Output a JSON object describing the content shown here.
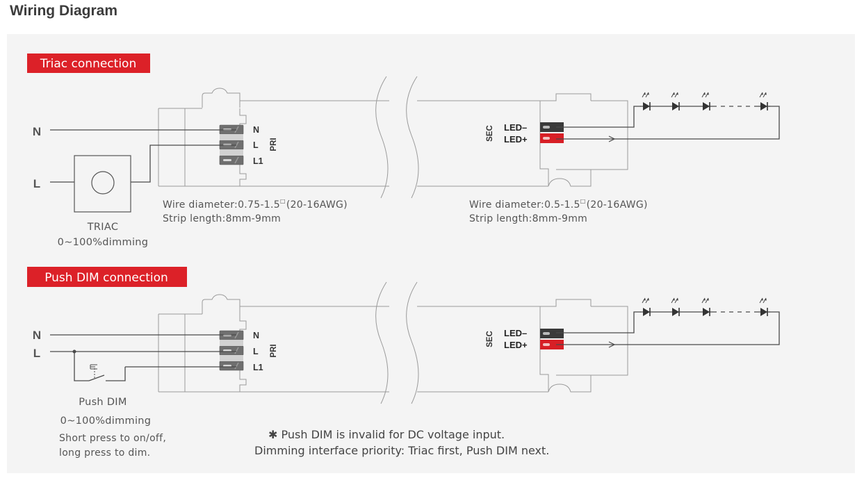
{
  "title": "Wiring Diagram",
  "diagrams": [
    {
      "badge": "Triac connection",
      "input_labels": [
        "N",
        "L"
      ],
      "device_label": "TRIAC",
      "device_sub": "0~100%dimming",
      "pri_terminals": [
        "N",
        "L",
        "L1"
      ],
      "pri_label": "PRI",
      "sec_label": "SEC",
      "sec_terminals": [
        "LED–",
        "LED+"
      ],
      "pri_wire_line1_pre": "Wire diameter:0.75-1.5",
      "pri_wire_line1_sup": "□",
      "pri_wire_line1_post": "(20-16AWG)",
      "pri_wire_line2": "Strip length:8mm-9mm",
      "sec_wire_line1_pre": "Wire diameter:0.5-1.5",
      "sec_wire_line1_sup": "□",
      "sec_wire_line1_post": "(20-16AWG)",
      "sec_wire_line2": "Strip length:8mm-9mm"
    },
    {
      "badge": "Push DIM connection",
      "input_labels": [
        "N",
        "L"
      ],
      "device_label": "Push DIM",
      "device_sub": "0~100%dimming",
      "device_note_1": "Short press to on/off,",
      "device_note_2": "long press to dim.",
      "pri_terminals": [
        "N",
        "L",
        "L1"
      ],
      "pri_label": "PRI",
      "sec_label": "SEC",
      "sec_terminals": [
        "LED–",
        "LED+"
      ]
    }
  ],
  "notes": [
    "✱ Push DIM is invalid for DC voltage input.",
    "Dimming interface priority: Triac first, Push DIM next."
  ],
  "colors": {
    "badge": "#dc2128",
    "panel": "#f4f4f4",
    "terminal_red": "#d71f26",
    "terminal_dark": "#3a3a3a"
  }
}
